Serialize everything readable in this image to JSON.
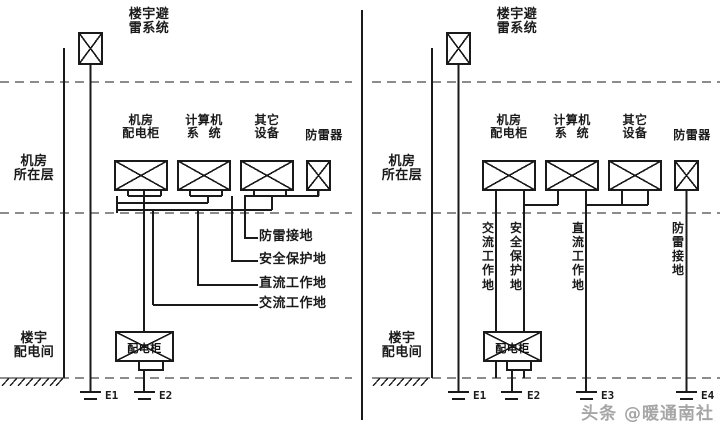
{
  "diagram": {
    "title_hidden": "",
    "panels": [
      {
        "id": "left",
        "name": "shared-grounding-scheme",
        "lightning_system_label": "楼宇避\n雷系统",
        "floor_label_top": "机房\n所在层",
        "floor_label_bottom": "楼宇\n配电间",
        "equipment": [
          {
            "label": "机房\n配电柜",
            "type": "crossed-box"
          },
          {
            "label": "计算机\n系  统",
            "type": "crossed-box"
          },
          {
            "label": "其它\n设备",
            "type": "crossed-box"
          },
          {
            "label": "防雷器",
            "type": "crossed-box-small"
          }
        ],
        "leader_labels": [
          "防雷接地",
          "安全保护地",
          "直流工作地",
          "交流工作地"
        ],
        "cabinet_label": "配电柜",
        "grounds": [
          {
            "tag": "E1"
          },
          {
            "tag": "E2"
          }
        ]
      },
      {
        "id": "right",
        "name": "separate-grounding-scheme",
        "lightning_system_label": "楼宇避\n雷系统",
        "floor_label_top": "机房\n所在层",
        "floor_label_bottom": "楼宇\n配电间",
        "equipment": [
          {
            "label": "机房\n配电柜",
            "type": "crossed-box"
          },
          {
            "label": "计算机\n系  统",
            "type": "crossed-box"
          },
          {
            "label": "其它\n设备",
            "type": "crossed-box"
          },
          {
            "label": "防雷器",
            "type": "crossed-box-small"
          }
        ],
        "vertical_labels": [
          "交流工作地",
          "安全保护地",
          "直流工作地",
          "防雷接地"
        ],
        "cabinet_label": "配电柜",
        "grounds": [
          {
            "tag": "E1"
          },
          {
            "tag": "E2"
          },
          {
            "tag": "E3"
          },
          {
            "tag": "E4"
          }
        ]
      }
    ]
  },
  "watermark": {
    "text": "头条 @暖通南社",
    "head": ""
  },
  "colors": {
    "line": "#1a1a1a",
    "dashed": "#333333",
    "background": "#ffffff",
    "watermark": "#9a9a9a"
  }
}
